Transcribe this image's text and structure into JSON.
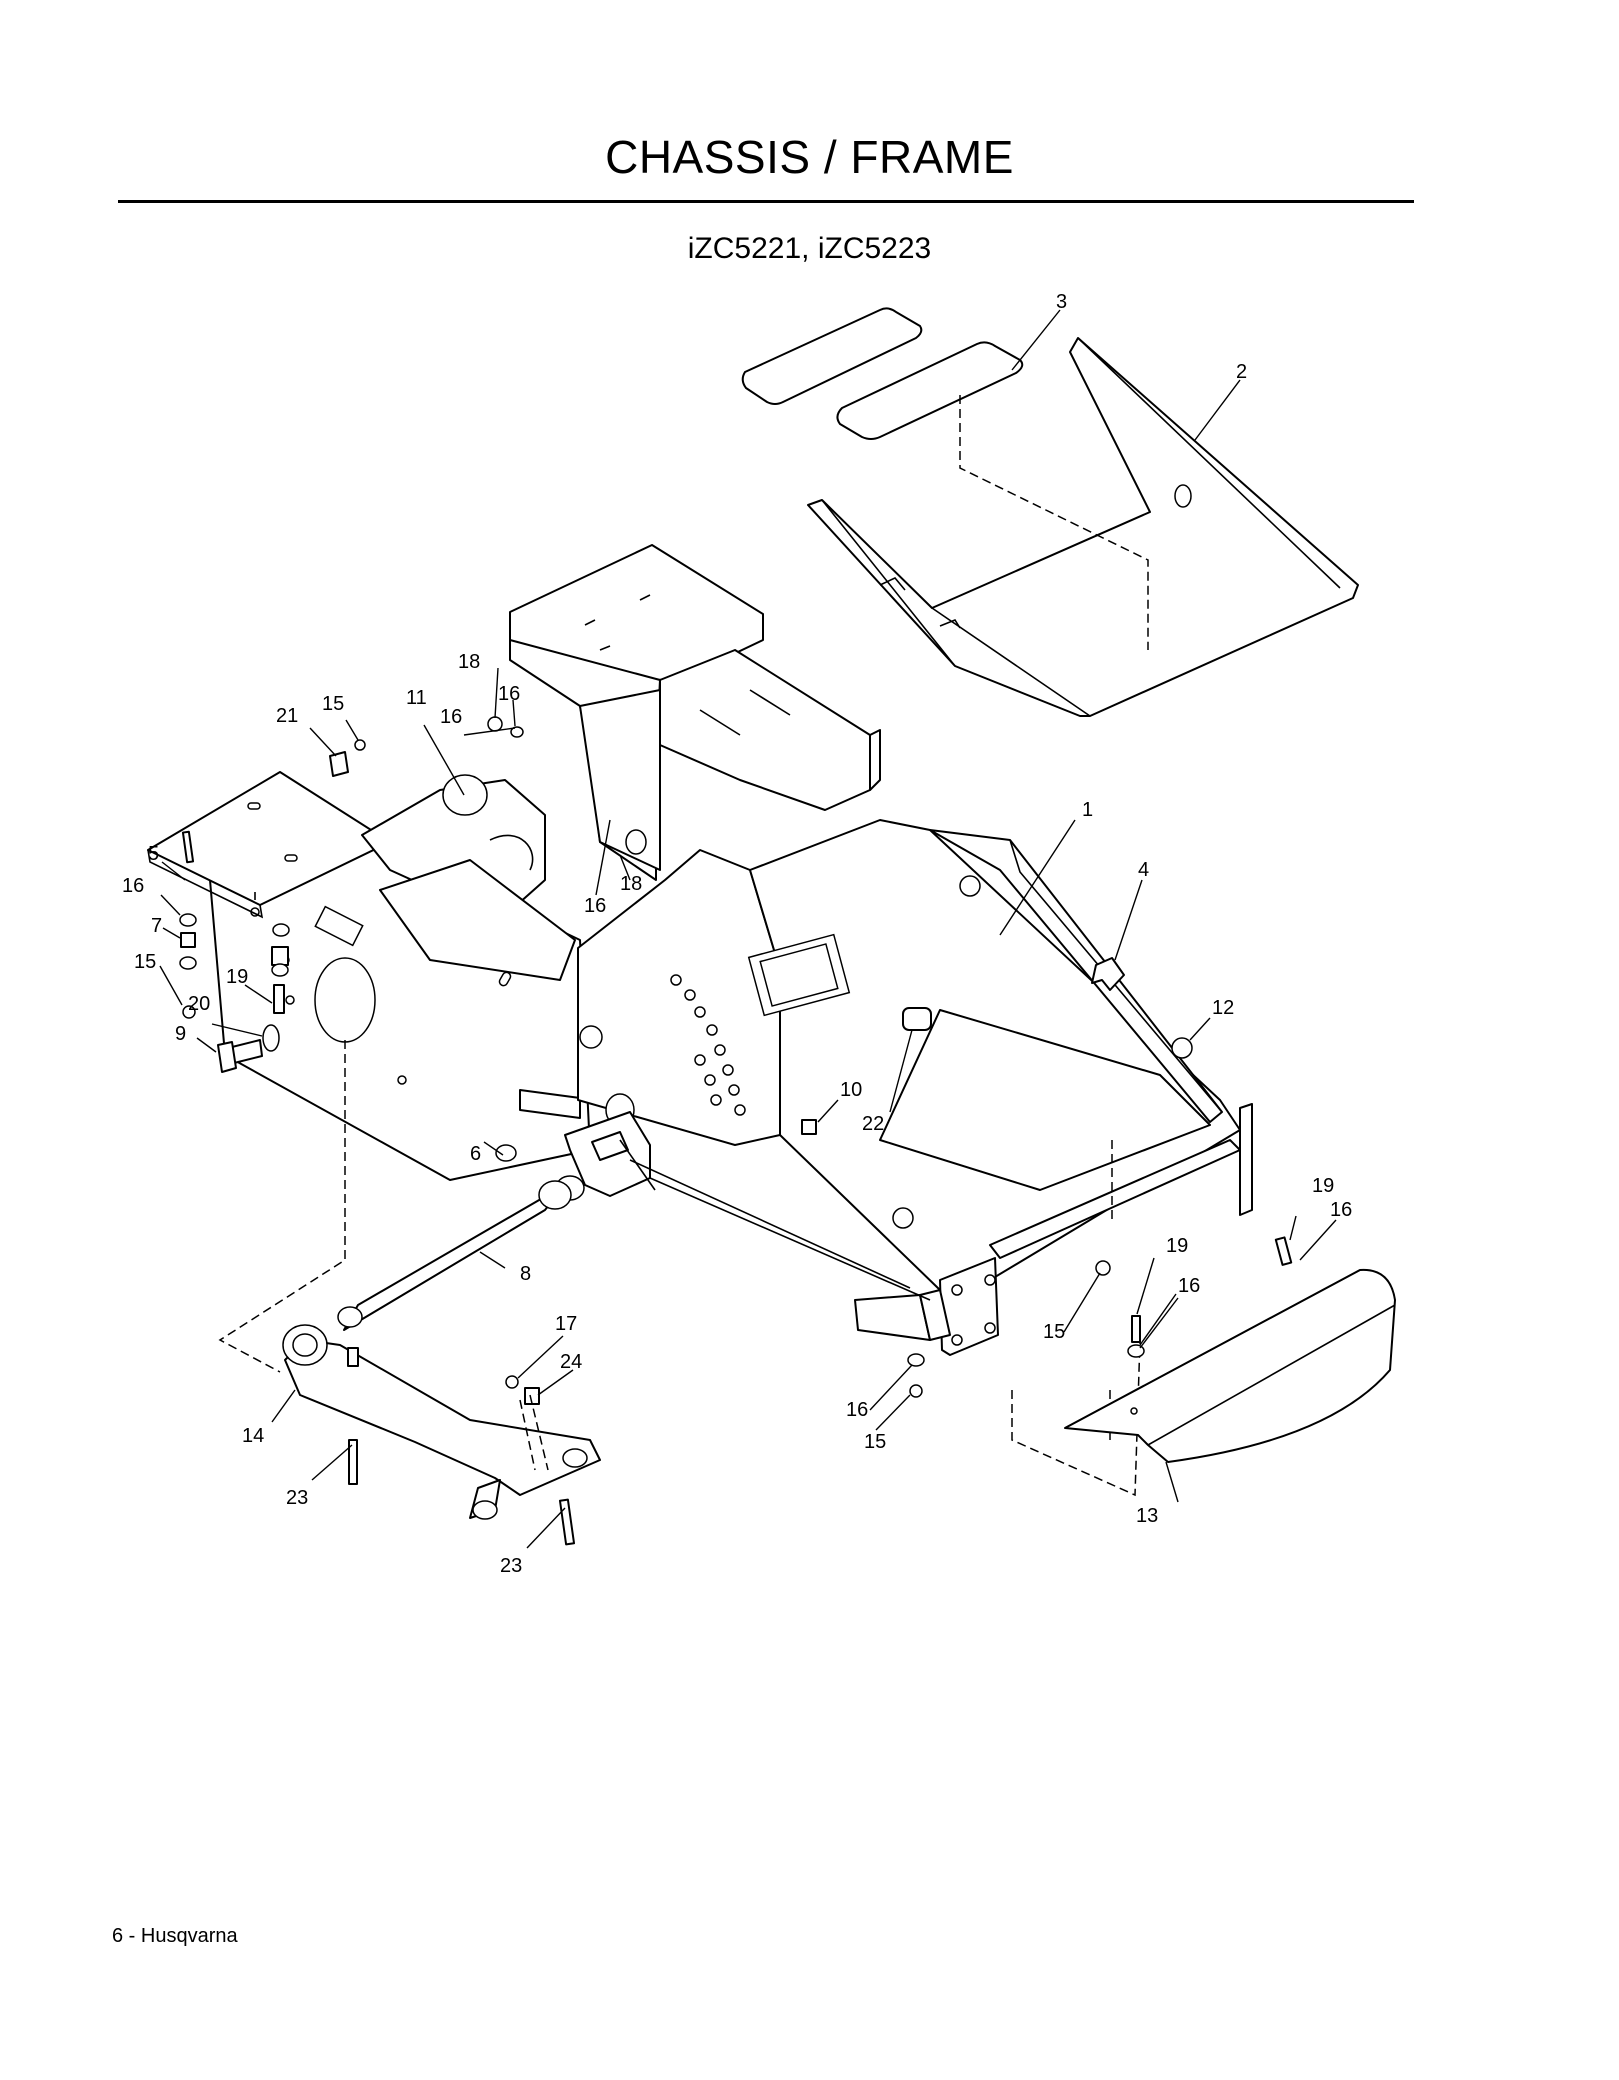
{
  "header": {
    "title": "CHASSIS / FRAME",
    "models": "iZC5221, iZC5223"
  },
  "footer": {
    "page_label": "6 - Husqvarna"
  },
  "callouts": [
    "1",
    "2",
    "3",
    "4",
    "5",
    "6",
    "7",
    "8",
    "9",
    "10",
    "11",
    "12",
    "13",
    "14",
    "15",
    "16",
    "17",
    "18",
    "19",
    "20",
    "21",
    "22",
    "23",
    "24"
  ]
}
